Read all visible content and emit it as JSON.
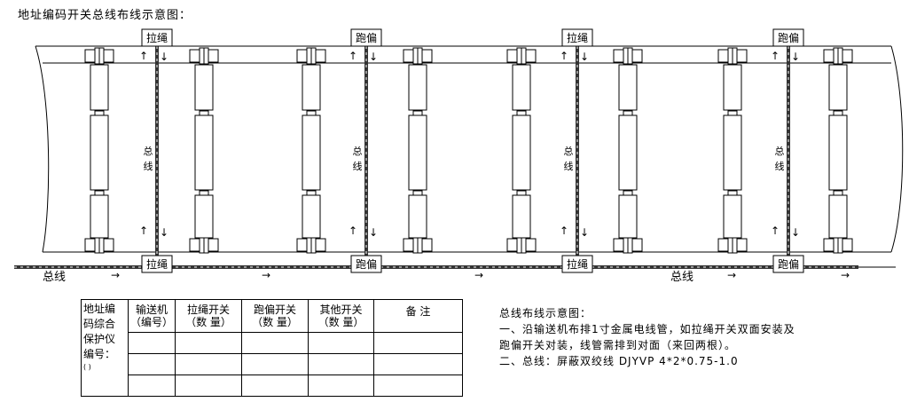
{
  "title": "地址编码开关总线布线示意图：",
  "switch_labels": [
    "拉绳",
    "跑偏",
    "拉绳",
    "跑偏"
  ],
  "bus_vertical_label": [
    "总",
    "线"
  ],
  "bottom_bus_labels": [
    "总线",
    "总线"
  ],
  "arrow_right": "→",
  "arrow_up": "↑",
  "arrow_down": "↓",
  "table": {
    "side_label_lines": [
      "地址编",
      "码综合",
      "保护仪",
      "编号："
    ],
    "side_small": "(      )",
    "headers": [
      [
        "输送机",
        "（编号）"
      ],
      [
        "拉绳开关",
        "（数 量）"
      ],
      [
        "跑偏开关",
        "（数 量）"
      ],
      [
        "其他开关",
        "（数 量）"
      ],
      [
        "备  注",
        ""
      ]
    ]
  },
  "notes": {
    "heading": "总线布线示意图：",
    "line1": "一、沿输送机布排1寸金属电线管，如拉绳开关双面安装及",
    "line2": "跑偏开关对装，线管需排到对面（来回两根）。",
    "line3": "二、总线：屏蔽双绞线 DJYVP 4*2*0.75-1.0"
  }
}
